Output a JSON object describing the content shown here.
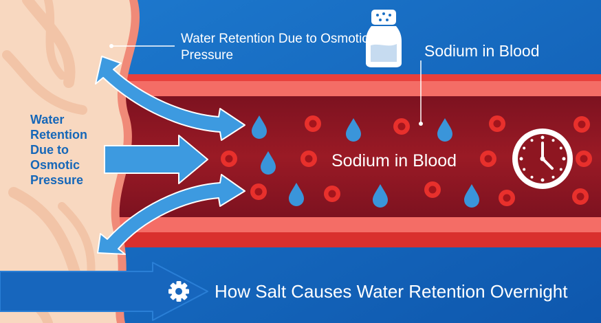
{
  "labels": {
    "top": "Water Retention Due to Osmotic Pressure",
    "side": "Water Retention Due to Osmotic Pressure",
    "sodium_top": "Sodium in Blood",
    "sodium_mid": "Sodium in Blood",
    "caption": "How Salt Causes Water Retention Overnight"
  },
  "colors": {
    "background_blue": "#1a6fc4",
    "tissue": "#f7d7bf",
    "tissue_edge": "#f08a78",
    "vessel_wall": "#ef4a45",
    "blood": "#8e1621",
    "blood_cell": "#e8302c",
    "water_drop": "#3a95da",
    "arrow": "#3d9ae0",
    "banner": "#1766bd"
  },
  "icons": {
    "salt_shaker": "salt-shaker-icon",
    "clock": "clock-icon",
    "gear": "gear-icon",
    "water_drop": "water-drop-icon",
    "blood_cell": "blood-cell-icon"
  }
}
